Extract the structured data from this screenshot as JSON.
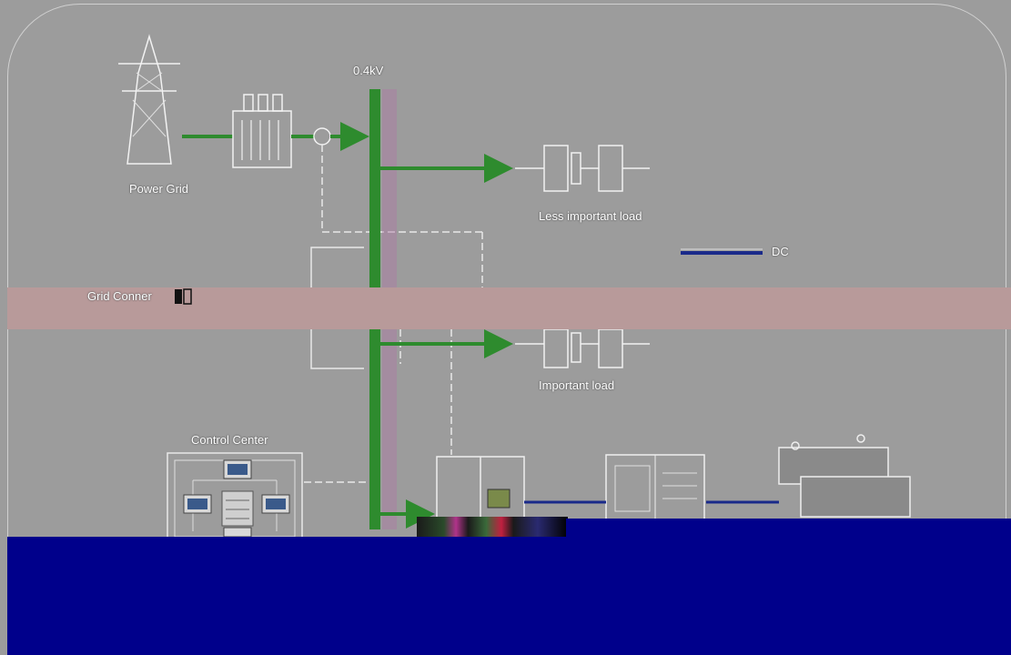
{
  "diagram": {
    "bus_label": "0.4kV",
    "power_grid_label": "Power Grid",
    "less_important_load_label": "Less important load",
    "important_load_label": "Important load",
    "grid_connection_label": "Grid Conner",
    "control_center_label": "Control Center",
    "legend_dc_label": "DC"
  },
  "colors": {
    "bus_bar": "#2e8b2e",
    "background": "#9c9c9c",
    "occlusion_pink": "#b89a9a",
    "occlusion_navy": "#00008b"
  },
  "icons": {
    "tower": "power-tower-icon",
    "transformer": "transformer-icon",
    "breaker": "circuit-breaker-icon",
    "load": "load-icon",
    "monitor": "monitor-icon",
    "cabinet": "cabinet-icon",
    "battery": "battery-icon"
  }
}
